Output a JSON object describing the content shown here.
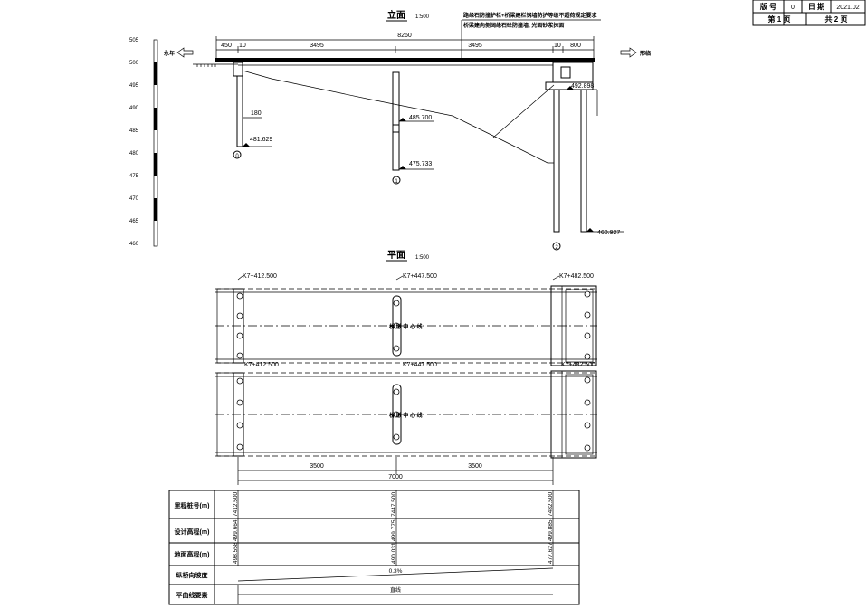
{
  "title_block": {
    "version_label": "版 号",
    "version_value": "0",
    "date_label": "日 期",
    "date_value": "2021.02",
    "page_current": "第 1 页",
    "page_total": "共 2 页"
  },
  "elevation_view": {
    "title": "立面",
    "scale": "1:500",
    "note_line1": "路缘石防撞护栏+桥梁建栏钢墙防护等级不超荷规定要求",
    "note_line2": "桥梁建向侧阔缘石砼防撞墙, 光面砂浆抹面",
    "left_dir": "永年",
    "right_dir": "邢临",
    "overall_length": "8260",
    "dims_top": [
      "450",
      "10",
      "3495",
      "3495",
      "10",
      "800"
    ],
    "pier_labels": [
      "0",
      "1",
      "2"
    ],
    "elevations": {
      "pier0_mid": "180",
      "pier0_bottom": "481.629",
      "pier1_mid": "485.700",
      "pier1_bottom": "475.733",
      "pier2_top": "492.898",
      "pier2_bottom": "460.927"
    },
    "scale_ticks": [
      "505",
      "500",
      "495",
      "490",
      "485",
      "480",
      "475",
      "470",
      "465",
      "460"
    ]
  },
  "plan_view": {
    "title": "平面",
    "scale": "1:500",
    "stations_top": [
      "K7+412.500",
      "K7+447.500",
      "K7+482.500"
    ],
    "stations_mid": [
      "K7+412.500",
      "K7+447.500",
      "K7+482.500"
    ],
    "centerline_label_top": "桥 墩 中 心 线",
    "centerline_label_bottom": "桥 墩 中 心 线",
    "span_dims": [
      "3500",
      "3500"
    ],
    "total_dim": "7000"
  },
  "profile_table": {
    "rows": [
      {
        "label": "里程桩号(m)",
        "values": [
          "7412.500",
          "7447.500",
          "7482.500"
        ]
      },
      {
        "label": "设计高程(m)",
        "values": [
          "499.664",
          "499.775",
          "499.885"
        ]
      },
      {
        "label": "地面高程(m)",
        "values": [
          "498.558",
          "490.031",
          "477.627"
        ]
      },
      {
        "label": "纵桥向坡度",
        "values": [
          "0.3%"
        ]
      },
      {
        "label": "平曲线要素",
        "values": [
          "直线"
        ]
      }
    ]
  }
}
